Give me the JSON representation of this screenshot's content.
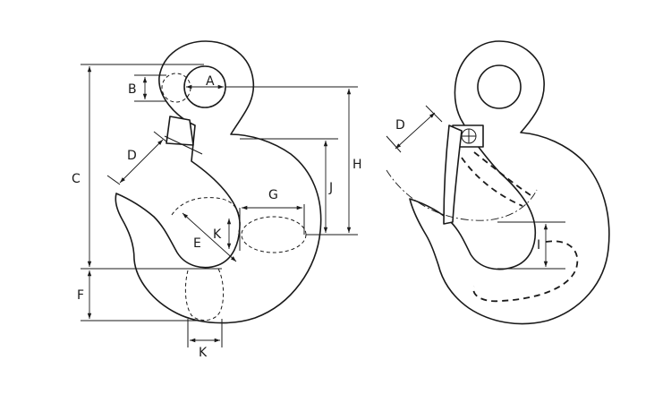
{
  "labels": {
    "A": "A",
    "B": "B",
    "C": "C",
    "D_left": "D",
    "D_right": "D",
    "E": "E",
    "F": "F",
    "G": "G",
    "H": "H",
    "I": "I",
    "J": "J",
    "K_inner": "K",
    "K_bottom": "K"
  }
}
